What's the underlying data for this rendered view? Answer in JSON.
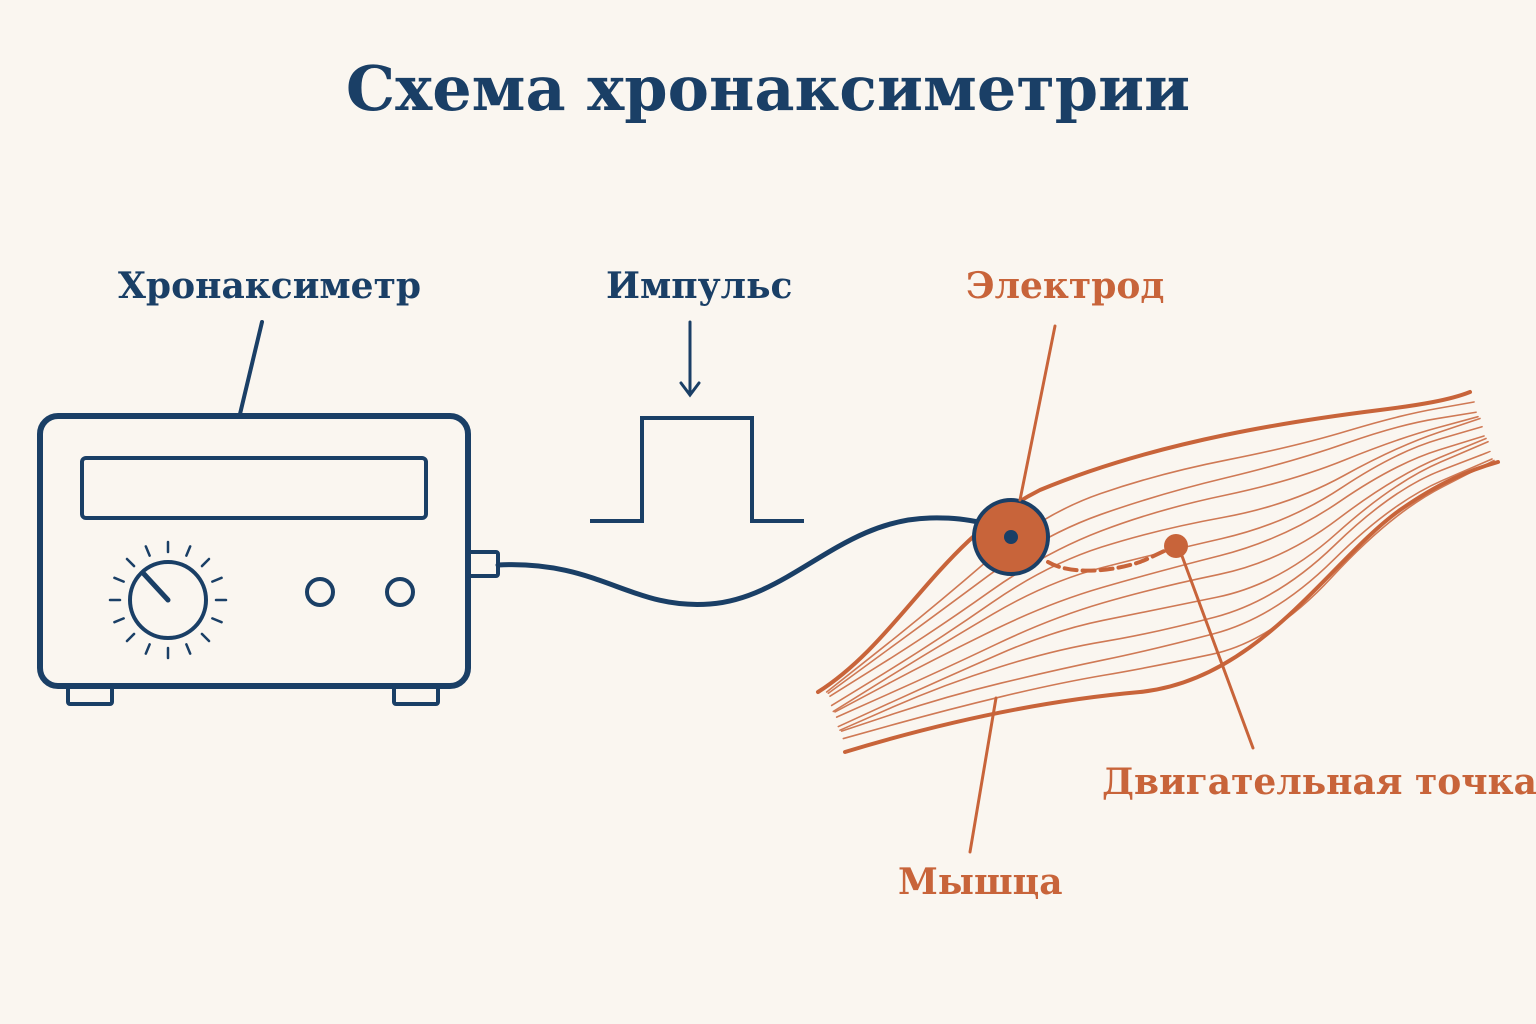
{
  "title": "Схема хронаксиметрии",
  "labels": {
    "device": "Хронаксиметр",
    "pulse": "Импульс",
    "electrode": "Электрод",
    "motor_point": "Двигательная точка",
    "muscle": "Мышца"
  },
  "colors": {
    "background": "#faf6f0",
    "device": "#1a3f66",
    "muscle": "#c8643a",
    "electrode_fill": "#c8643a"
  },
  "icons": [
    "device-icon",
    "dial-knob-icon",
    "square-pulse-icon",
    "muscle-icon",
    "electrode-icon",
    "motor-point-icon"
  ]
}
